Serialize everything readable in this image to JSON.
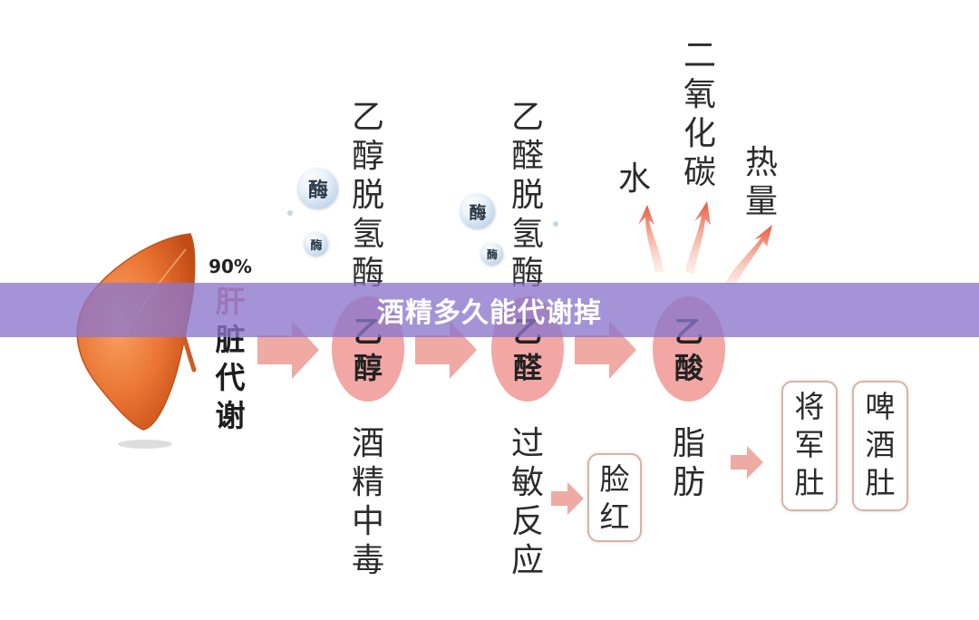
{
  "banner": {
    "title": "酒精多久能代谢掉"
  },
  "liver": {
    "percent": "90%",
    "label_part1": "肝",
    "label_part2": "脏代谢"
  },
  "enzymes": {
    "stage1": {
      "big": "酶",
      "small": "酶"
    },
    "stage2": {
      "big": "酶",
      "small": "酶"
    }
  },
  "stages": {
    "ethanol": {
      "enzyme_name": "乙醇脱氢酶",
      "compound": "乙醇",
      "effect": "酒精中毒"
    },
    "acetaldehyde": {
      "enzyme_name": "乙醛脱氢酶",
      "compound": "乙醛",
      "effect": "过敏反应"
    },
    "acetic_acid": {
      "compound": "乙酸",
      "effect": "脂肪"
    }
  },
  "products": {
    "water": "水",
    "co2": "二氧化碳",
    "heat": "热量"
  },
  "results": {
    "flush": "脸红",
    "general_belly": "将军肚",
    "beer_belly": "啤酒肚"
  },
  "colors": {
    "banner": "#8a76cc",
    "arrow": "#eeaaa3",
    "ellipse": "#f2a7a4",
    "liver": "#e76b2a"
  }
}
